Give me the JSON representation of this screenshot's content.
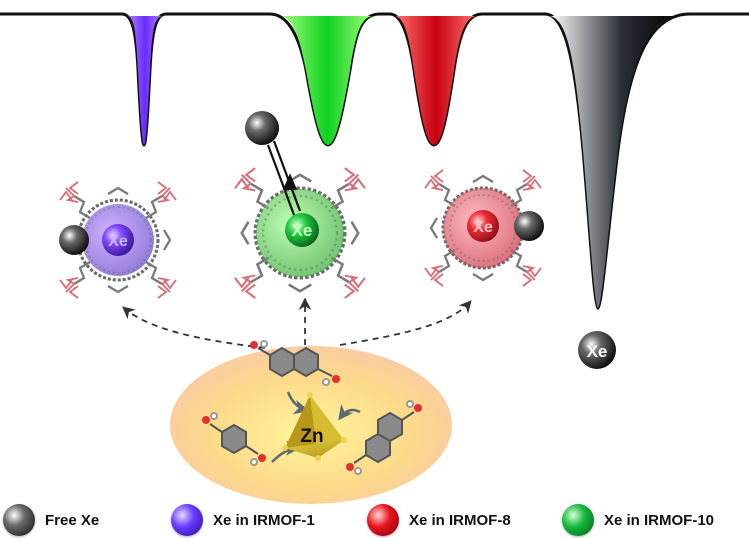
{
  "labels": {
    "xe": "Xe",
    "zn": "Zn"
  },
  "colors": {
    "free_xe": "#3a3a3a",
    "irmof1": "#7a3cff",
    "irmof8": "#e8141e",
    "irmof10": "#14c83c",
    "background": "#ffffff"
  },
  "legend": [
    {
      "label": "Free Xe",
      "color": "#3a3a3a"
    },
    {
      "label": "Xe in IRMOF-1",
      "color": "#6a3cff"
    },
    {
      "label": "Xe in IRMOF-8",
      "color": "#e8141e"
    },
    {
      "label": "Xe in IRMOF-10",
      "color": "#14b83c"
    }
  ],
  "icons": [
    "xe-atom-icon",
    "arrow-icon",
    "zinc-tetrahedron-icon",
    "linker-molecule-icon"
  ]
}
